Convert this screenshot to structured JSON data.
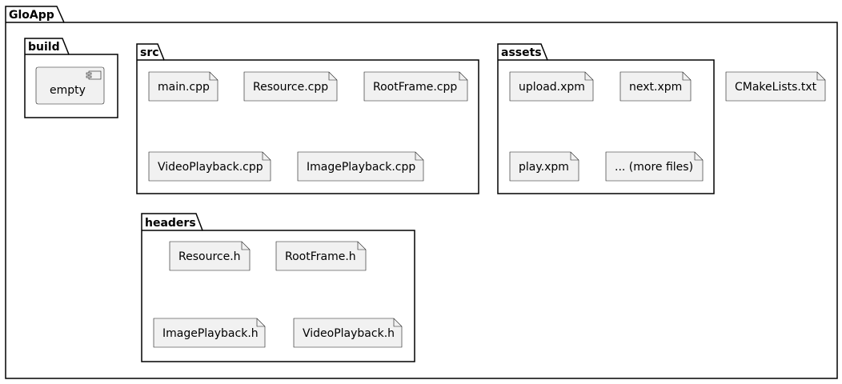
{
  "root": {
    "title": "GloApp"
  },
  "packages": {
    "build": {
      "title": "build",
      "component": {
        "label": "empty"
      }
    },
    "src": {
      "title": "src",
      "files": [
        "main.cpp",
        "Resource.cpp",
        "RootFrame.cpp",
        "VideoPlayback.cpp",
        "ImagePlayback.cpp"
      ]
    },
    "assets": {
      "title": "assets",
      "files": [
        "upload.xpm",
        "next.xpm",
        "play.xpm",
        "... (more files)"
      ]
    },
    "headers": {
      "title": "headers",
      "files": [
        "Resource.h",
        "RootFrame.h",
        "ImagePlayback.h",
        "VideoPlayback.h"
      ]
    }
  },
  "loose_files": [
    "CMakeLists.txt"
  ],
  "colors": {
    "node_fill": "#f1f1f1",
    "node_stroke": "#181818",
    "frame_stroke": "#000000"
  }
}
